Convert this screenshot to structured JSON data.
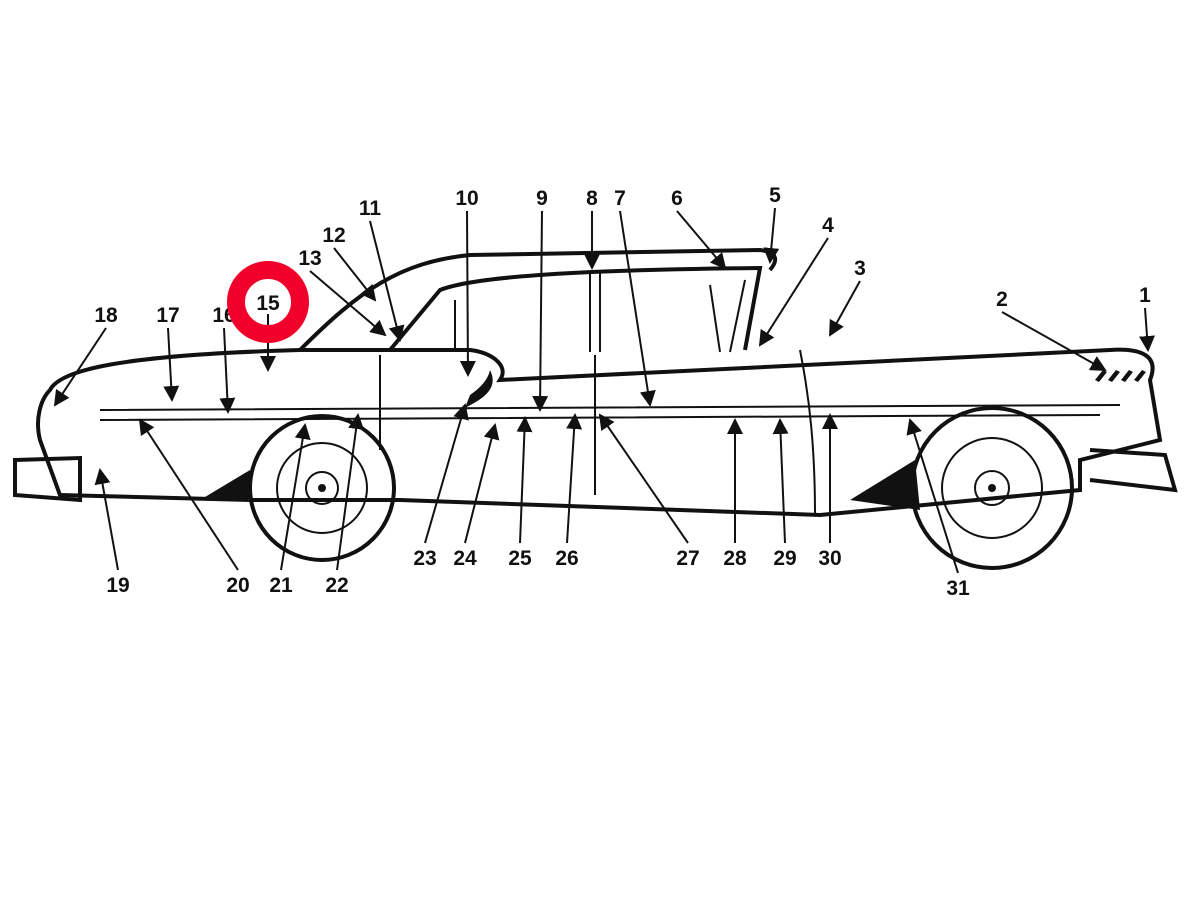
{
  "diagram": {
    "subject": "car-side-view-trim-parts",
    "callouts": [
      "1",
      "2",
      "3",
      "4",
      "5",
      "6",
      "7",
      "8",
      "9",
      "10",
      "11",
      "12",
      "13",
      "15",
      "16",
      "17",
      "18",
      "19",
      "20",
      "21",
      "22",
      "23",
      "24",
      "25",
      "26",
      "27",
      "28",
      "29",
      "30",
      "31"
    ],
    "highlighted_callout": "15",
    "highlight_color": "#f0002a"
  }
}
